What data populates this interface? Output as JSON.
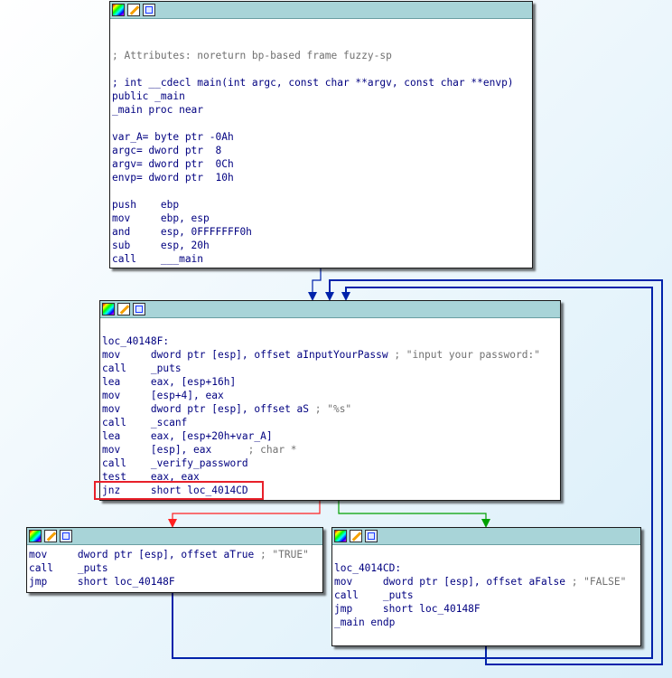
{
  "colors": {
    "edge_true": "#ff2020",
    "edge_false": "#00a000",
    "edge_loop": "#0022aa",
    "title_bar": "#a8d4d8",
    "highlight": "#e8202a"
  },
  "toolbar_icons": [
    "palette-icon",
    "edit-icon",
    "graph-icon"
  ],
  "nodes": {
    "main": {
      "lines": [
        {
          "blank": true
        },
        {
          "blank": true
        },
        {
          "comment": "; Attributes: noreturn bp-based frame fuzzy-sp"
        },
        {
          "blank": true
        },
        {
          "text": "; int __cdecl main(int argc, const char **argv, const char **envp)"
        },
        {
          "text": "public _main"
        },
        {
          "text": "_main proc near"
        },
        {
          "blank": true
        },
        {
          "text": "var_A= byte ptr -0Ah"
        },
        {
          "text": "argc= dword ptr  8"
        },
        {
          "text": "argv= dword ptr  0Ch"
        },
        {
          "text": "envp= dword ptr  10h"
        },
        {
          "blank": true
        },
        {
          "text": "push    ebp"
        },
        {
          "text": "mov     ebp, esp"
        },
        {
          "text": "and     esp, 0FFFFFFF0h"
        },
        {
          "text": "sub     esp, 20h"
        },
        {
          "text": "call    ___main"
        }
      ]
    },
    "loop": {
      "lines": [
        {
          "blank": true
        },
        {
          "text": "loc_40148F:"
        },
        {
          "text": "mov     dword ptr [esp], offset aInputYourPassw",
          "comment": " ; \"input your password:\""
        },
        {
          "text": "call    _puts"
        },
        {
          "text": "lea     eax, [esp+16h]"
        },
        {
          "text": "mov     [esp+4], eax"
        },
        {
          "text": "mov     dword ptr [esp], offset aS",
          "comment": " ; \"%s\""
        },
        {
          "text": "call    _scanf"
        },
        {
          "text": "lea     eax, [esp+20h+var_A]"
        },
        {
          "text": "mov     [esp], eax",
          "comment": "      ; char *"
        },
        {
          "text": "call    _verify_password"
        },
        {
          "text": "test    eax, eax"
        },
        {
          "text": "jnz     short loc_4014CD"
        }
      ]
    },
    "true_branch": {
      "lines": [
        {
          "text": "mov     dword ptr [esp], offset aTrue",
          "comment": " ; \"TRUE\""
        },
        {
          "text": "call    _puts"
        },
        {
          "text": "jmp     short loc_40148F"
        }
      ]
    },
    "false_branch": {
      "lines": [
        {
          "blank": true
        },
        {
          "text": "loc_4014CD:"
        },
        {
          "text": "mov     dword ptr [esp], offset aFalse",
          "comment": " ; \"FALSE\""
        },
        {
          "text": "call    _puts"
        },
        {
          "text": "jmp     short loc_40148F"
        },
        {
          "text": "_main endp"
        }
      ]
    }
  }
}
